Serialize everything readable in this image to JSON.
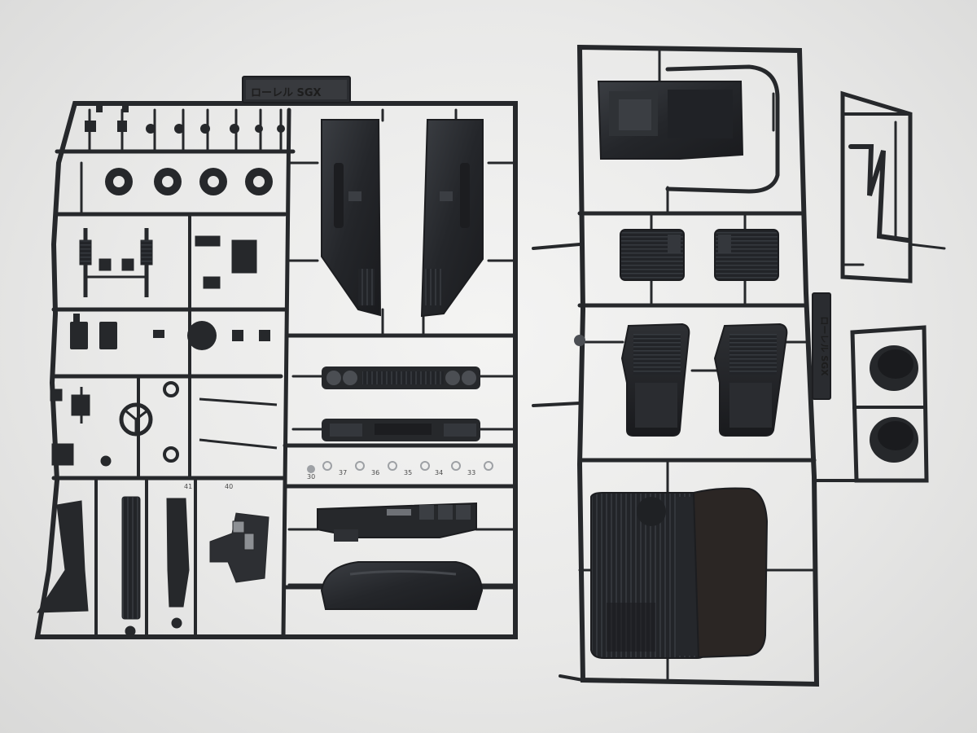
{
  "photo": {
    "left_sprue_tag": "ローレル SGX",
    "right_sprue_tag": "ローレル SGX",
    "part_numbers_row": [
      "30",
      "37",
      "36",
      "35",
      "34",
      "33"
    ],
    "part_numbers_lower": [
      "41",
      "40"
    ],
    "colors": {
      "background": "#ebebea",
      "plastic": "#26282b",
      "plastic_highlight": "#4b4e53",
      "metal_parts": "#b9bcc0"
    }
  }
}
